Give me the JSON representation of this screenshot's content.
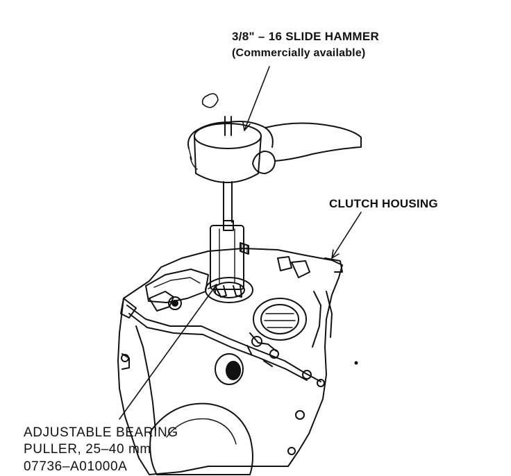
{
  "labels": {
    "slide_hammer_line1": "3/8\" – 16 SLIDE HAMMER",
    "slide_hammer_line2": "(Commercially available)",
    "clutch_housing": "CLUTCH HOUSING",
    "puller_line1": "ADJUSTABLE BEARING",
    "puller_line2": "PULLER, 25–40 mm",
    "puller_line3": "07736–A01000A"
  },
  "colors": {
    "ink": "#111111",
    "background": "#ffffff"
  }
}
